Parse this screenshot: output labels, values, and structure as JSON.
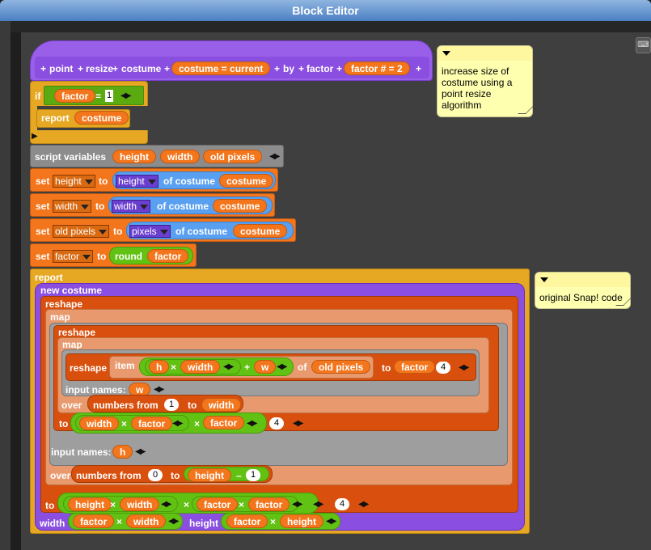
{
  "window": {
    "title": "Block Editor"
  },
  "hat": {
    "point": "point",
    "resize": "resize",
    "costume": "costume",
    "costume_param": "costume = current",
    "by": "by",
    "factor": "factor",
    "factor_param": "factor # = 2"
  },
  "comment1": "increase size of costume using a point resize algorithm",
  "comment2": "original Snap! code",
  "if_block": {
    "label": "if",
    "var": "factor",
    "eq": "=",
    "value": "1"
  },
  "report1": {
    "label": "report",
    "var": "costume"
  },
  "script_vars": {
    "label": "script variables",
    "v1": "height",
    "v2": "width",
    "v3": "old pixels"
  },
  "set1": {
    "set": "set",
    "var": "height",
    "to": "to",
    "attr": "height",
    "of": "of costume",
    "obj": "costume"
  },
  "set2": {
    "set": "set",
    "var": "width",
    "to": "to",
    "attr": "width",
    "of": "of costume",
    "obj": "costume"
  },
  "set3": {
    "set": "set",
    "var": "old pixels",
    "to": "to",
    "attr": "pixels",
    "of": "of costume",
    "obj": "costume"
  },
  "set4": {
    "set": "set",
    "var": "factor",
    "to": "to",
    "fn": "round",
    "arg": "factor"
  },
  "report2": {
    "label": "report",
    "new_costume": "new costume",
    "reshape": "reshape",
    "map": "map",
    "reshape2": "reshape",
    "map2": "map",
    "reshape3": "reshape",
    "item": "item",
    "h": "h",
    "times": "×",
    "width": "width",
    "plus": "+",
    "w": "w",
    "of": "of",
    "old_pixels": "old pixels",
    "to": "to",
    "factor": "factor",
    "four": "4",
    "input_names": "input names:",
    "over": "over",
    "numbers_from": "numbers from",
    "one": "1",
    "zero": "0",
    "height": "height",
    "minus": "–",
    "width_label": "width",
    "height_label": "height"
  }
}
